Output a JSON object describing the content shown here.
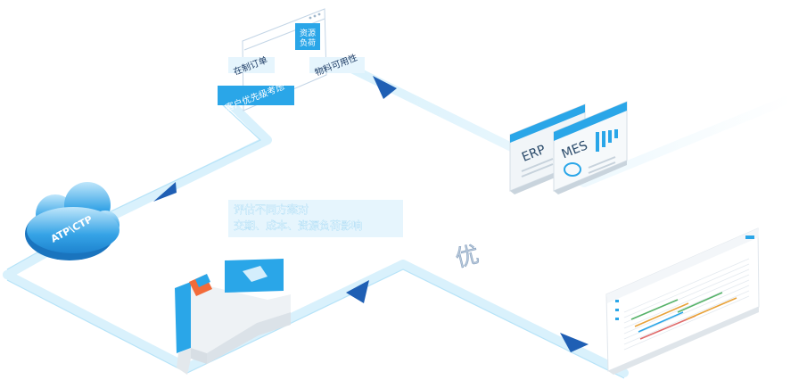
{
  "order_panel": {
    "in_production": "在制订单",
    "resource_load": "资源\n负荷",
    "customer_priority": "客户优先级考虑",
    "material_availability": "物料可用性"
  },
  "cloud": {
    "label": "ATP\\CTP"
  },
  "systems": {
    "erp": "ERP",
    "mes": "MES"
  },
  "evaluation": {
    "line1": "评估不同方案对",
    "line2": "交期、成本、资源负荷影响"
  },
  "optimize_glyph": "优",
  "colors": {
    "flow": "#d9f1fc",
    "arrow": "#1f5fb4",
    "accent": "#2aa6e8",
    "label_bg": "#e6f5fd",
    "label_text": "#1f3d66"
  }
}
